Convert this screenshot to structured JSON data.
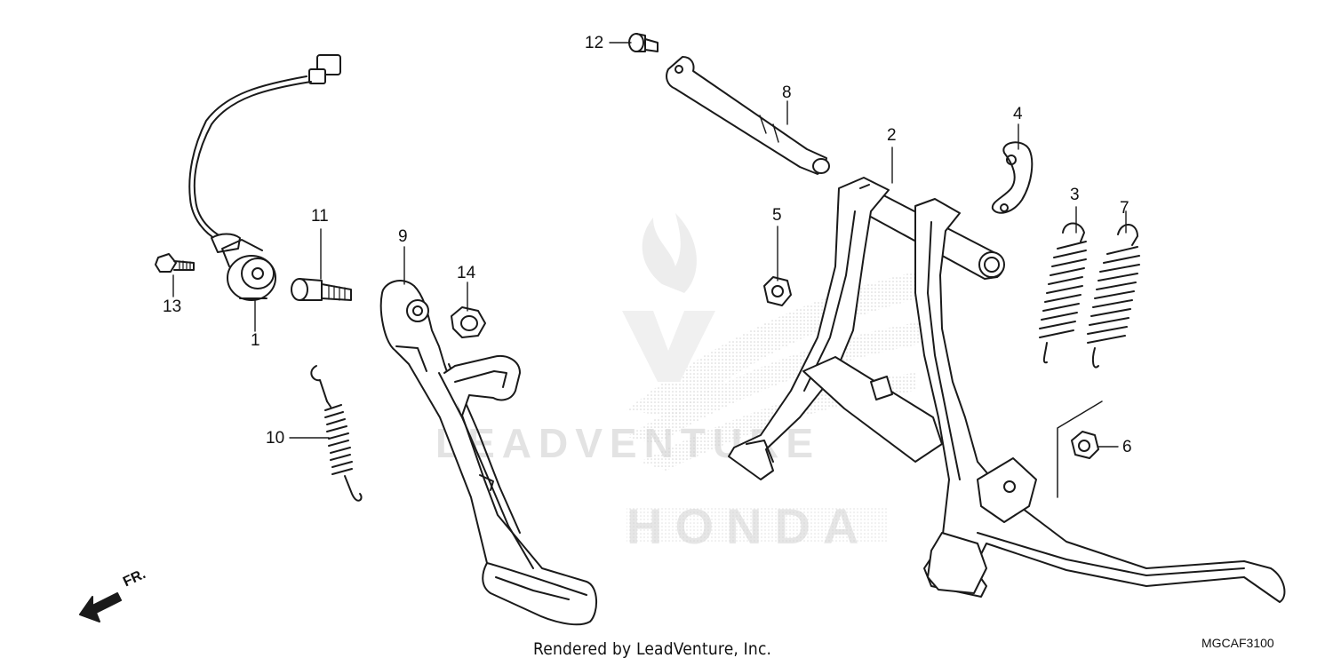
{
  "diagram": {
    "code": "MGCAF3100",
    "credit": "Rendered by LeadVenture, Inc.",
    "direction_label": "FR.",
    "callouts": [
      "1",
      "2",
      "3",
      "4",
      "5",
      "6",
      "7",
      "8",
      "9",
      "10",
      "11",
      "12",
      "13",
      "14"
    ]
  },
  "watermark": {
    "text": "LEADVENTURE",
    "brand": "HONDA"
  },
  "colors": {
    "line": "#1a1a1a",
    "watermark": "#d9d9d9",
    "background": "#ffffff"
  }
}
